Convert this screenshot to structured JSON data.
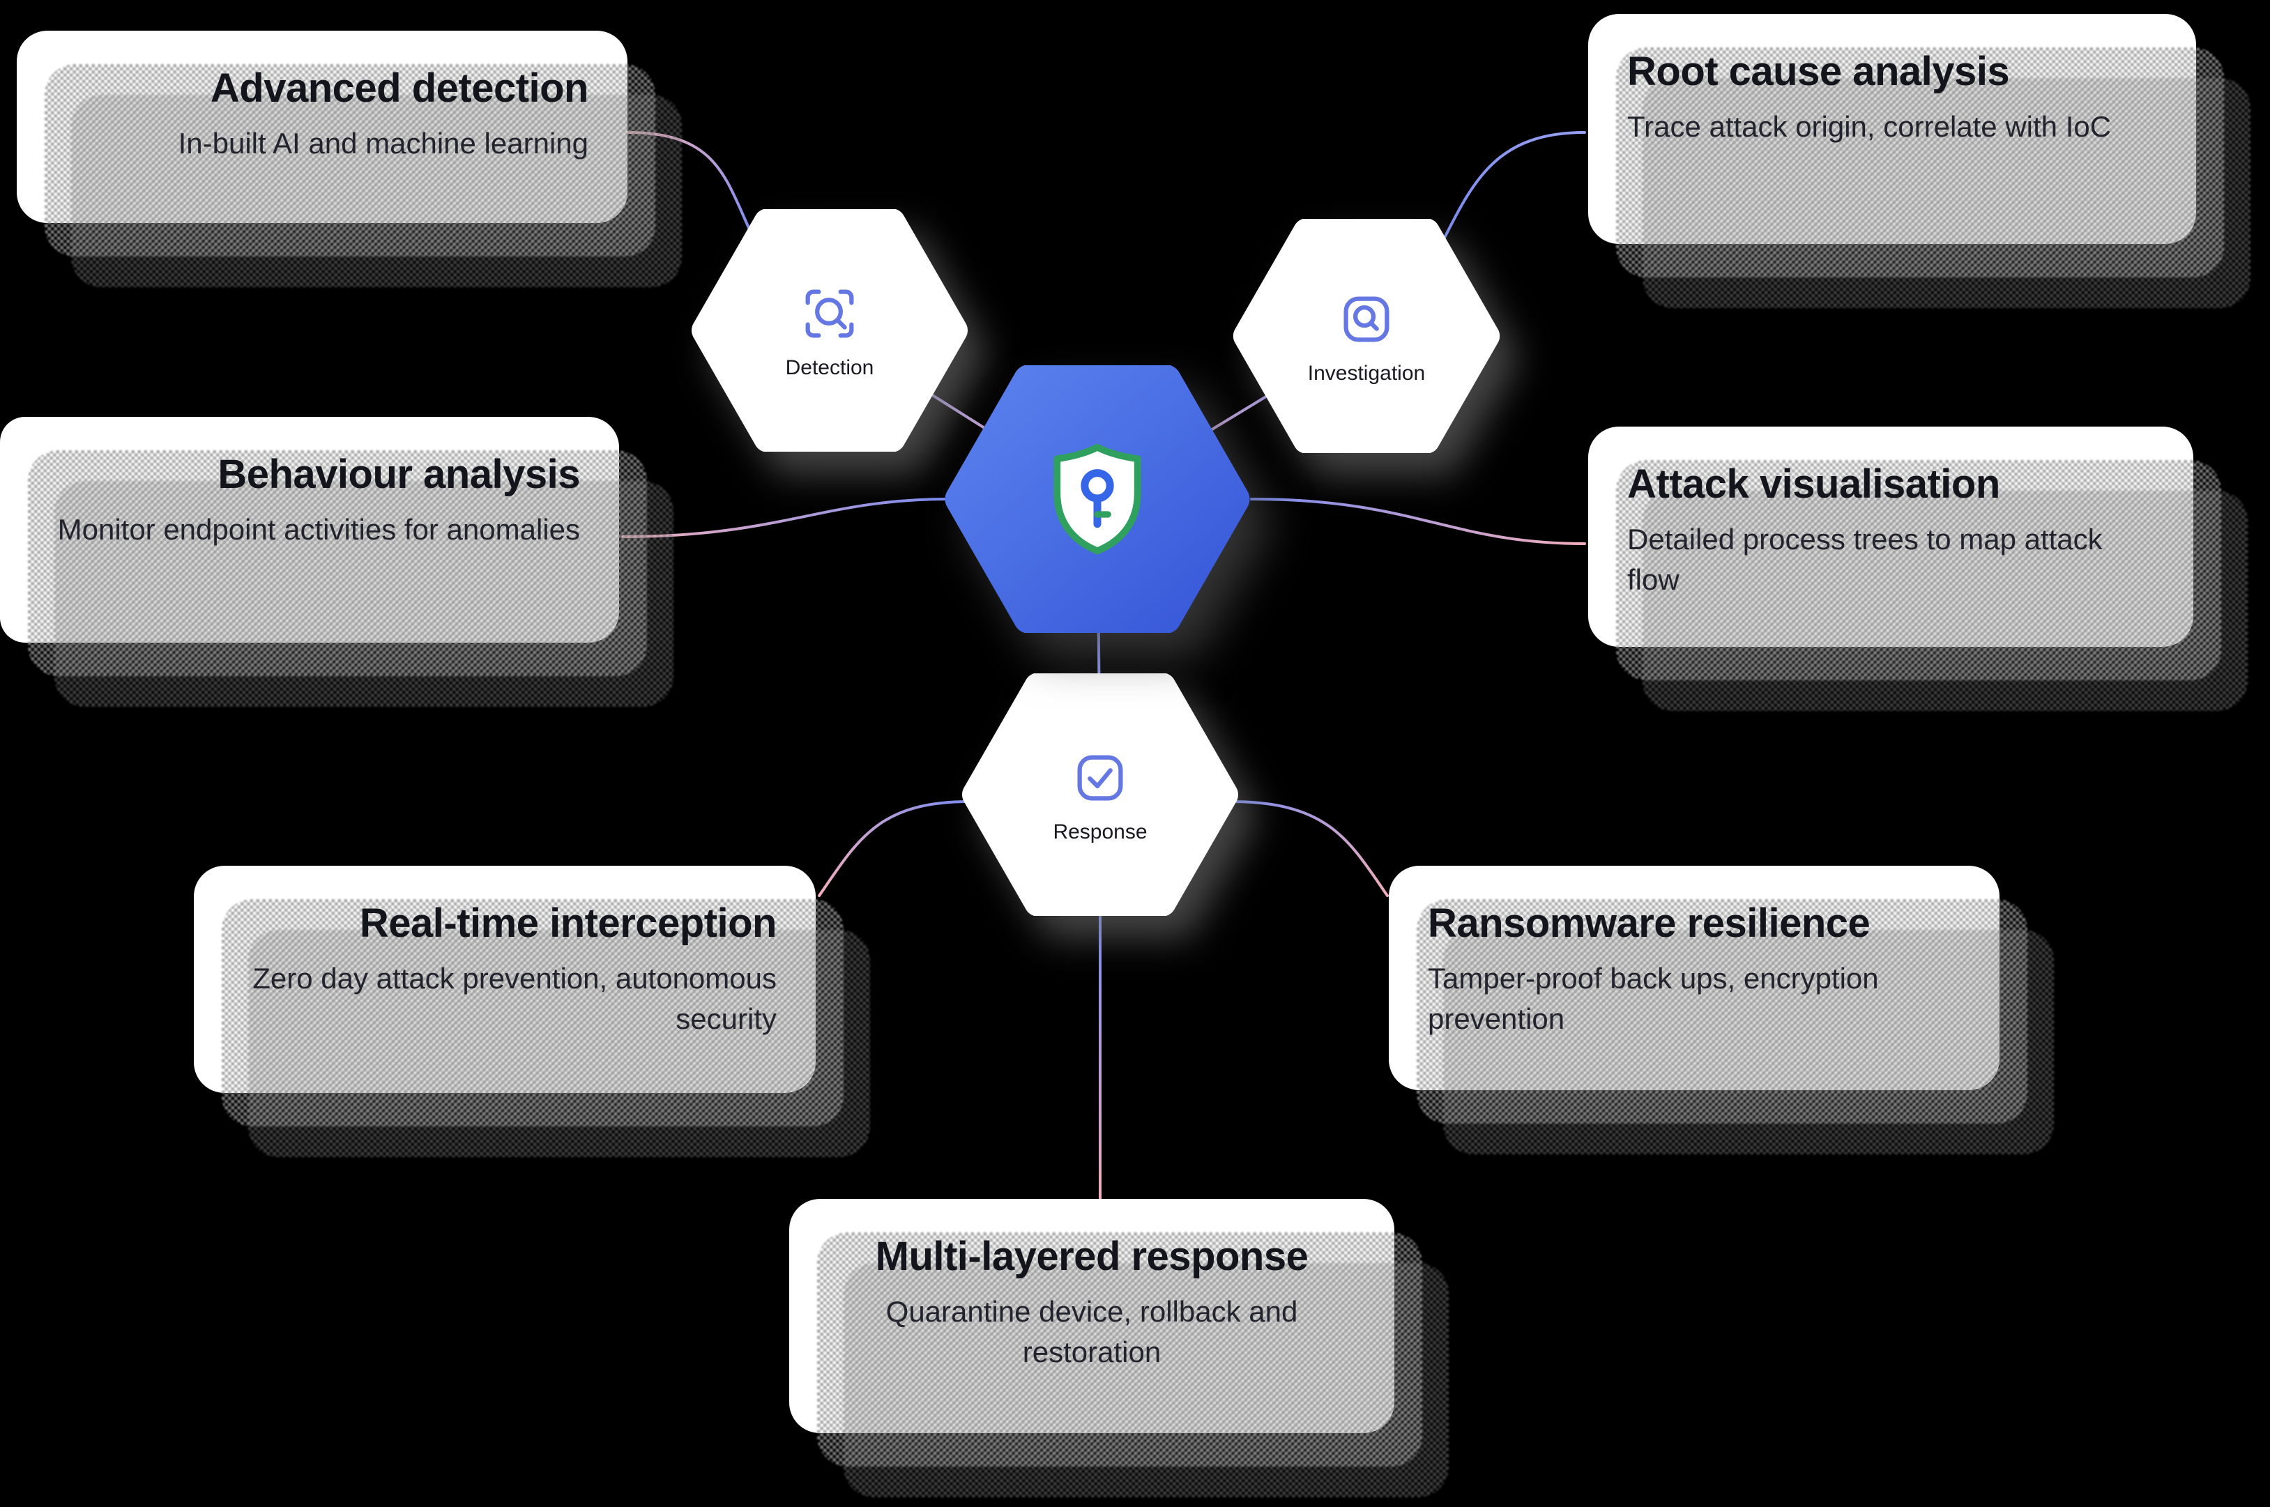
{
  "diagram": {
    "center": {
      "icon": "shield-key-icon"
    },
    "nodes": [
      {
        "id": "detection",
        "label": "Detection",
        "icon": "scan-search-icon"
      },
      {
        "id": "investigation",
        "label": "Investigation",
        "icon": "magnifier-square-icon"
      },
      {
        "id": "response",
        "label": "Response",
        "icon": "checkmark-square-icon"
      }
    ]
  },
  "cards": [
    {
      "id": "advanced-detection",
      "title": "Advanced detection",
      "subtitle": "In-built AI and machine learning",
      "align": "right"
    },
    {
      "id": "root-cause-analysis",
      "title": "Root cause analysis",
      "subtitle": "Trace attack origin, correlate with IoC",
      "align": "left"
    },
    {
      "id": "behaviour-analysis",
      "title": "Behaviour analysis",
      "subtitle": "Monitor endpoint activities for anomalies",
      "align": "right"
    },
    {
      "id": "attack-visualisation",
      "title": "Attack visualisation",
      "subtitle": "Detailed process trees to map attack flow",
      "align": "left"
    },
    {
      "id": "real-time-interception",
      "title": "Real-time interception",
      "subtitle": "Zero day attack prevention, autonomous security",
      "align": "right"
    },
    {
      "id": "ransomware-resilience",
      "title": "Ransomware resilience",
      "subtitle": "Tamper-proof back ups, encryption prevention",
      "align": "left"
    },
    {
      "id": "multi-layered-response",
      "title": "Multi-layered response",
      "subtitle": "Quarantine device, rollback and restoration",
      "align": "center"
    }
  ],
  "colors": {
    "background": "#000000",
    "card_bg": "#ffffff",
    "title_text": "#14141c",
    "body_text": "#23232d",
    "hex_blue_start": "#5b82ee",
    "hex_blue_end": "#3757d8",
    "icon_stroke": "#6577e2",
    "shield_green": "#2fa05e",
    "key_blue": "#3566e8",
    "connector_pink": "#f3aebc",
    "connector_blue": "#7b8cf0",
    "connector_purple": "#97a0f0"
  }
}
